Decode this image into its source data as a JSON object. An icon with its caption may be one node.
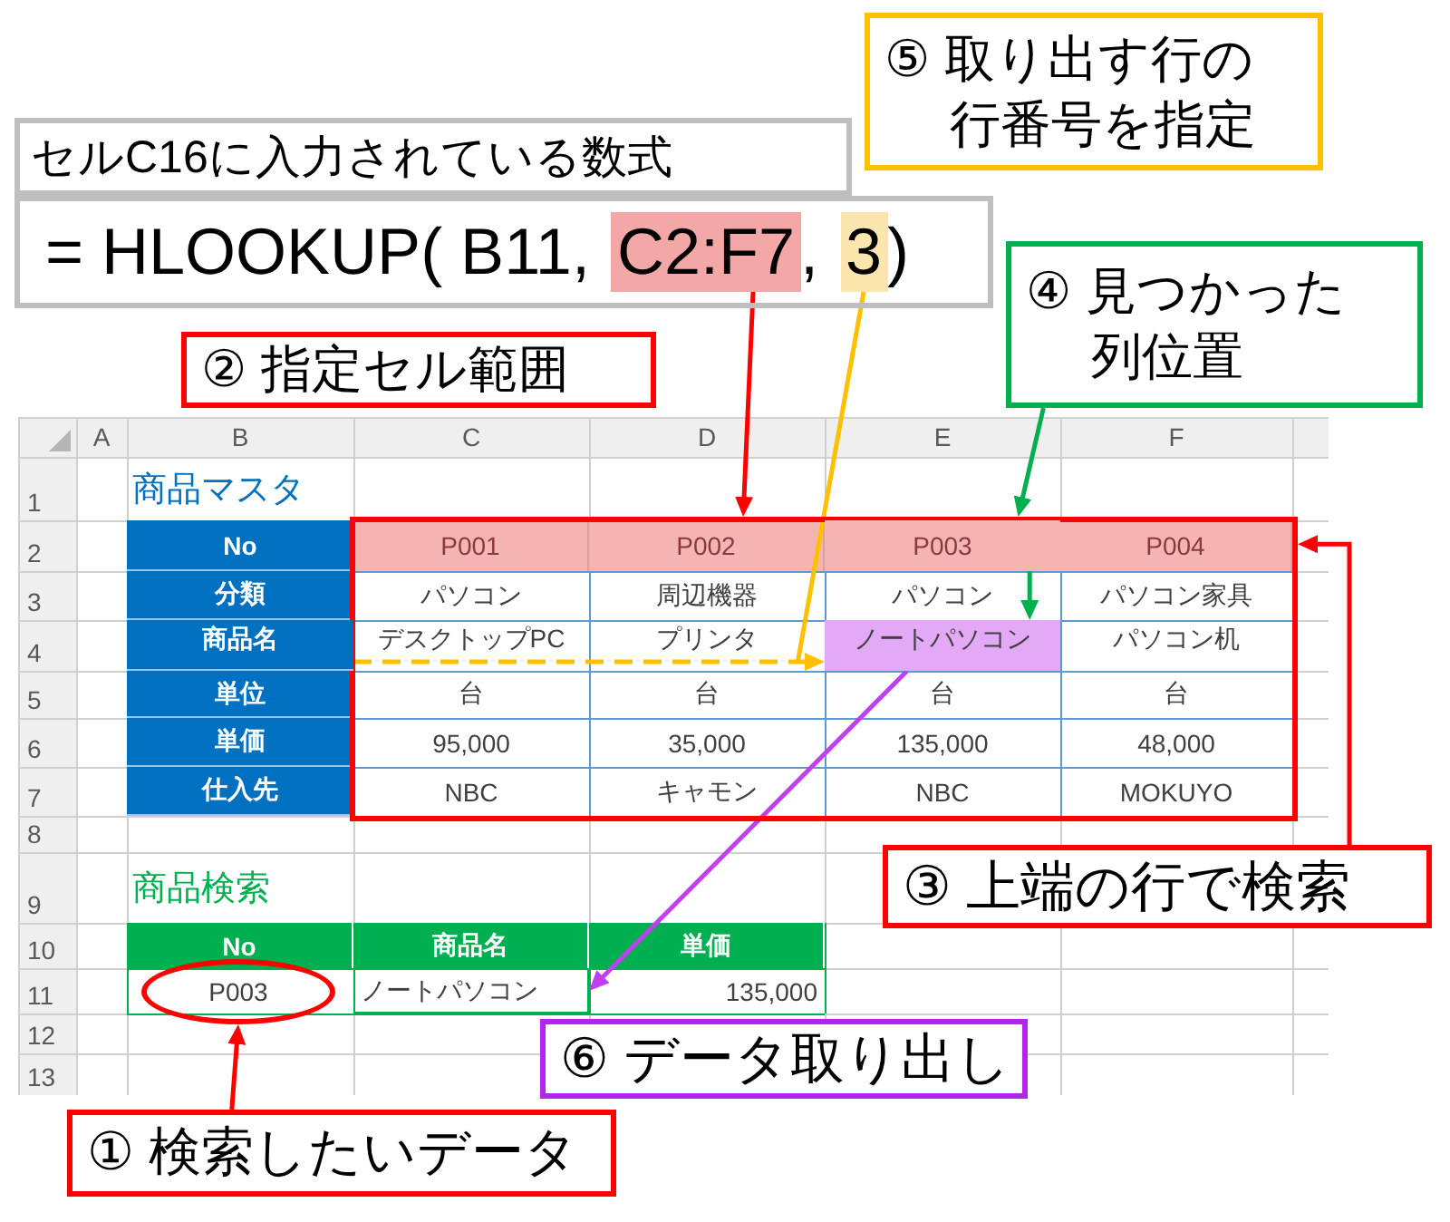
{
  "diagram": {
    "nodes": [
      {
        "text": [
          "⑤ 取り出す行の行番号を指定"
        ]
      },
      {
        "text": [
          "セルC16に入力されている数式"
        ]
      },
      {
        "text": [
          "= HLOOKUP( B11,",
          ",",
          ")"
        ]
      },
      {
        "text": [
          "C2:F7"
        ],
        "in": 2
      },
      {
        "text": [
          "3"
        ],
        "in": 2
      },
      {
        "text": [
          "④ 見つかった列位置"
        ]
      },
      {
        "text": [
          "② 指定セル範囲"
        ]
      },
      {
        "text": [],
        "shape": "box"
      },
      {
        "text": [
          "P003"
        ],
        "in": 7
      },
      {
        "text": [
          "商品名"
        ]
      },
      {
        "text": [
          "ノートパソコン"
        ],
        "in": 7
      },
      {
        "text": [
          "③ 上端の行で検索"
        ]
      },
      {
        "text": [
          "P003"
        ]
      },
      {
        "text": [
          "ノートパソコン"
        ]
      },
      {
        "text": [
          "⑥ データ取り出し"
        ]
      },
      {
        "text": [
          "① 検索したいデータ"
        ]
      }
    ],
    "edges": [
      {
        "from": 3,
        "to": 7,
        "arrow": "to"
      },
      {
        "from": 4,
        "to": null,
        "arrow": "none",
        "color": "#ffc000"
      },
      {
        "from": 5,
        "to": 7,
        "arrow": "to",
        "color": "#00b050"
      },
      {
        "from": 9,
        "to": 10,
        "arrow": "to",
        "style": "dashed",
        "color": "#ffc000"
      },
      {
        "from": 8,
        "to": 10,
        "arrow": "to",
        "color": "#00b050"
      },
      {
        "from": 11,
        "to": 7,
        "arrow": "to"
      },
      {
        "from": 10,
        "to": 13,
        "arrow": "to",
        "color": "#c040f0"
      },
      {
        "from": 15,
        "to": 12,
        "arrow": "to"
      }
    ],
    "labels": [
      "A",
      "B",
      "C",
      "D",
      "E",
      "F",
      "1",
      "商品マスタ",
      "2",
      "No",
      "P001",
      "P002",
      "P004",
      "3",
      "分類",
      "パソコン",
      "周辺機器",
      "パソコン",
      "パソコン家具",
      "4",
      "デスクトップPC",
      "プリンタ",
      "パソコン机",
      "5",
      "単位",
      "台",
      "台",
      "台",
      "台",
      "6",
      "単価",
      "95,000",
      "35,000",
      "135,000",
      "48,000",
      "7",
      "仕入先",
      "NBC",
      "キャモン",
      "NBC",
      "MOKUYO",
      "8",
      "9",
      "商品検索",
      "10",
      "No",
      "商品名",
      "単価",
      "11",
      "135,000",
      "12",
      "13"
    ]
  }
}
